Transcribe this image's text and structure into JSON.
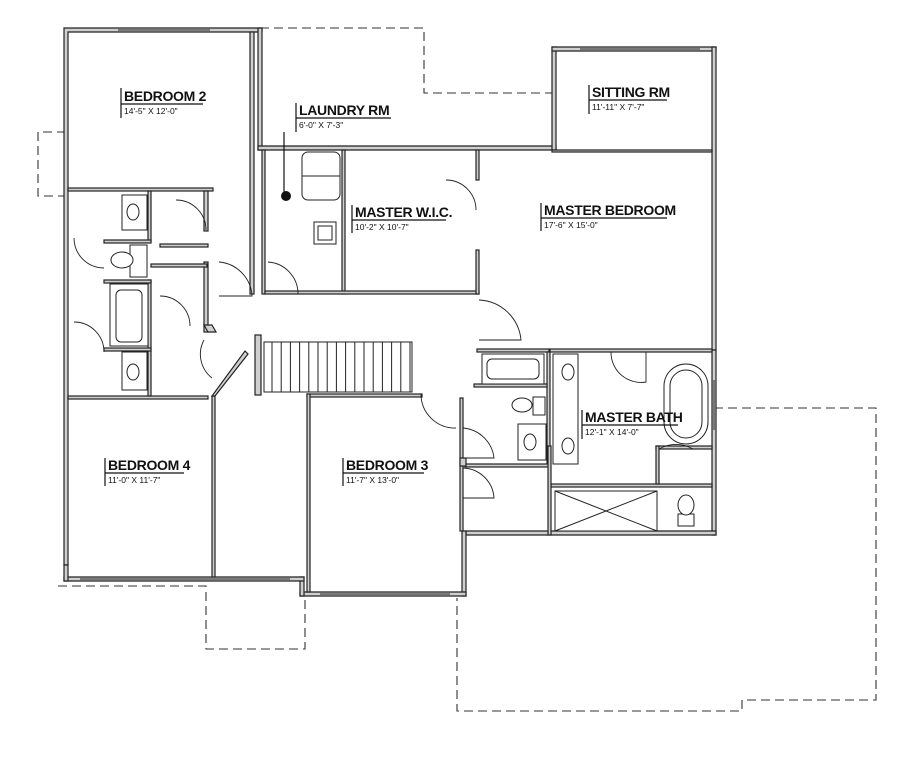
{
  "rooms": {
    "bedroom2": {
      "name": "BEDROOM 2",
      "dims": "14'-5\" X 12'-0\""
    },
    "laundry": {
      "name": "LAUNDRY RM",
      "dims": "6'-0\" X 7'-3\""
    },
    "sitting": {
      "name": "SITTING RM",
      "dims": "11'-11\" X 7'-7\""
    },
    "master_wic": {
      "name": "MASTER W.I.C.",
      "dims": "10'-2\" X 10'-7\""
    },
    "master_bedroom": {
      "name": "MASTER BEDROOM",
      "dims": "17'-6\" X 15'-0\""
    },
    "master_bath": {
      "name": "MASTER BATH",
      "dims": "12'-1\" X 14'-0\""
    },
    "bedroom4": {
      "name": "BEDROOM 4",
      "dims": "11'-0\" X 11'-7\""
    },
    "bedroom3": {
      "name": "BEDROOM 3",
      "dims": "11'-7\" X 13'-0\""
    }
  }
}
